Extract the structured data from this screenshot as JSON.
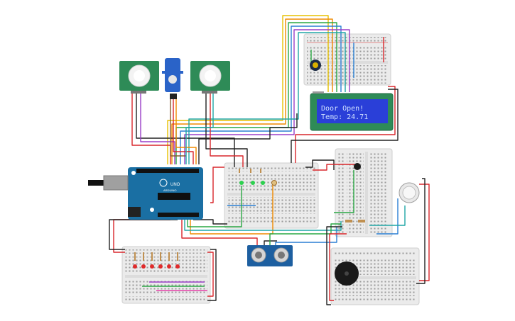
{
  "lcd": {
    "line1": "Door Open!",
    "line2": "Temp:  24.71"
  },
  "arduino": {
    "brand": "UNO",
    "logo": "ARDUINO"
  },
  "colors": {
    "board_blue": "#1a6fa3",
    "breadboard": "#ebebeb",
    "lcd_bg": "#2a3fd8",
    "pcb_green": "#2e8b57",
    "wire_red": "#d9262b",
    "wire_black": "#222222",
    "wire_yellow": "#e6c000",
    "wire_orange": "#f08a00",
    "wire_green": "#2aa844",
    "wire_blue": "#2a7fd4",
    "wire_purple": "#9b3fc8",
    "wire_teal": "#1fa6a6",
    "wire_pink": "#e43ea8",
    "wire_brown": "#8a5a2b"
  },
  "components": [
    {
      "name": "arduino-uno",
      "icon": "microcontroller-board"
    },
    {
      "name": "pir-sensor-left",
      "icon": "pir-motion-sensor"
    },
    {
      "name": "micro-servo",
      "icon": "servo-motor"
    },
    {
      "name": "pir-sensor-right",
      "icon": "pir-motion-sensor"
    },
    {
      "name": "lcd-16x2",
      "icon": "lcd-display"
    },
    {
      "name": "potentiometer",
      "icon": "knob"
    },
    {
      "name": "ultrasonic-sensor",
      "icon": "hc-sr04"
    },
    {
      "name": "piezo-buzzer",
      "icon": "buzzer"
    },
    {
      "name": "temperature-sensor",
      "icon": "tmp36"
    },
    {
      "name": "gas-sensor",
      "icon": "gas-sensor"
    },
    {
      "name": "green-leds",
      "icon": "led"
    },
    {
      "name": "red-leds",
      "icon": "led"
    }
  ]
}
